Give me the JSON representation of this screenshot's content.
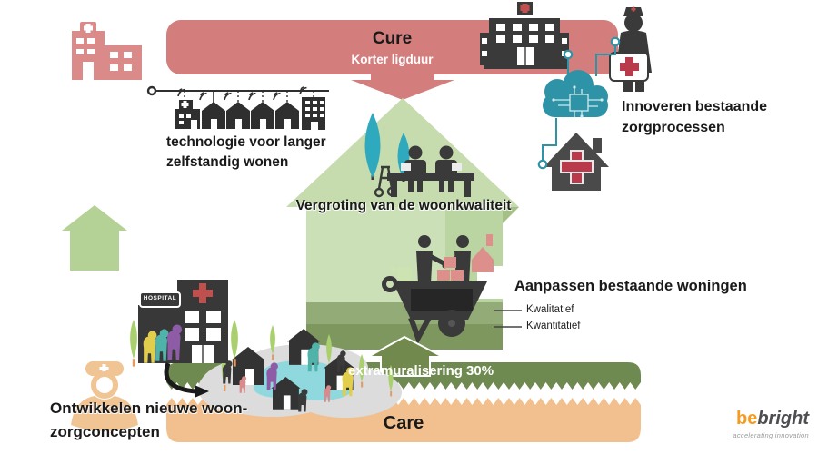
{
  "banners": {
    "cure": {
      "title": "Cure",
      "subtitle": "Korter ligduur",
      "color": "#d47d7d"
    },
    "extramural": {
      "label": "extramuralisering 30%",
      "color": "#6f8a50"
    },
    "care": {
      "title": "Care",
      "color": "#f2c08e"
    }
  },
  "labels": {
    "technology": [
      "technologie voor langer",
      "zelfstandig wonen"
    ],
    "innovate": [
      "Innoveren bestaande",
      "zorgprocessen"
    ],
    "quality": "Vergroting van de woonkwaliteit",
    "adapt": {
      "title": "Aanpassen bestaande woningen",
      "items": [
        "Kwalitatief",
        "Kwantitatief"
      ]
    },
    "develop": [
      "Ontwikkelen nieuwe woon-",
      "zorgconcepten"
    ]
  },
  "buildings": {
    "hospital_sign": "HOSPITAL"
  },
  "logo": {
    "prefix": "be",
    "name": "bright",
    "tagline": "accelerating innovation"
  },
  "colors": {
    "cure_red": "#d47d7d",
    "care_orange": "#f2c08e",
    "banner_green": "#6f8a50",
    "house_green": "#cbe0b6",
    "band_green_1": "#93ab77",
    "band_green_2": "#7e975f",
    "teal": "#2e93a7",
    "tree_teal": "#2fa9be",
    "pond": "#8ed8de",
    "tree_green": "#a9cf6f",
    "dark": "#3a3a3a",
    "cross_red": "#c0504d",
    "fig_purple": "#8e5ba6",
    "fig_teal": "#4fb3a9",
    "fig_yellow": "#e2ce4d",
    "logo_orange": "#f59b20"
  }
}
